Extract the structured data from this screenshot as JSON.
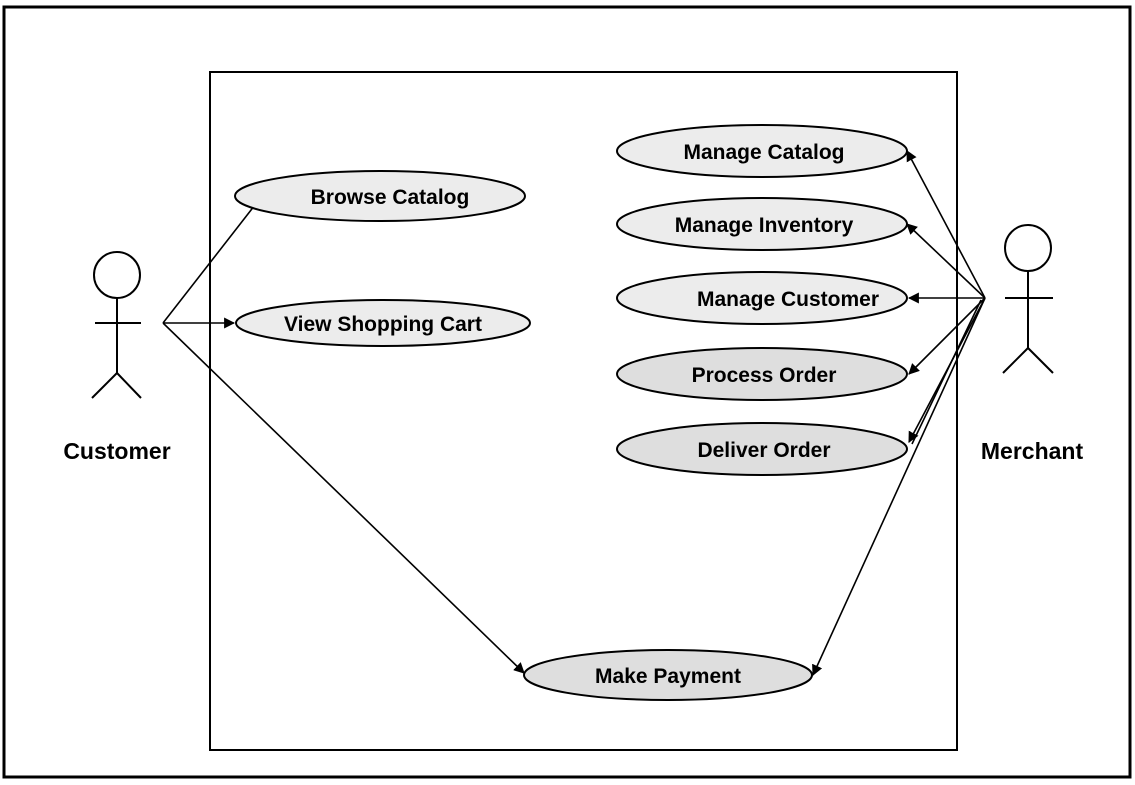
{
  "actors": {
    "customer": {
      "label": "Customer"
    },
    "merchant": {
      "label": "Merchant"
    }
  },
  "use_cases": {
    "browse_catalog": "Browse Catalog",
    "view_shopping_cart": "View Shopping Cart",
    "make_payment": "Make Payment",
    "manage_catalog": "Manage Catalog",
    "manage_inventory": "Manage Inventory",
    "manage_customer": "Manage Customer",
    "process_order": "Process Order",
    "deliver_order": "Deliver Order"
  },
  "colors": {
    "ellipse_fill": "#ececec",
    "ellipse_fill_dark": "#dedede",
    "line": "#000000"
  }
}
